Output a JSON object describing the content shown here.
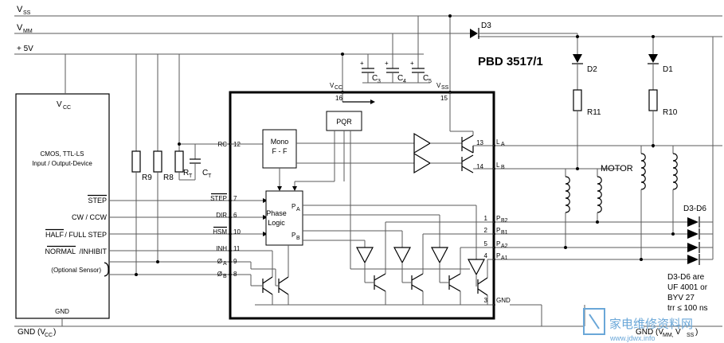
{
  "rails": {
    "vss": "V",
    "vss_sub": "SS",
    "vmm": "V",
    "vmm_sub": "MM",
    "p5v": "+ 5V",
    "gnd_vcc": "GND (V",
    "gnd_vcc_sub": "CC",
    "gnd_vcc_close": ")",
    "gnd_right": "GND (V",
    "gnd_right_sub": "MM,",
    "gnd_right_mid": " V",
    "gnd_right_sub2": "SS",
    "gnd_right_close": ")"
  },
  "title": "PBD 3517/1",
  "controller": {
    "vcc": "V",
    "vcc_sub": "CC",
    "line1": "CMOS, TTL-LS",
    "line2": "Input / Output-Device",
    "step": "STEP",
    "cw": "CW / CCW",
    "half_a": "HALF",
    "half_b": " / FULL STEP",
    "normal_a": "NORMAL",
    "normal_b": " /INHIBIT",
    "sensor": "(Optional Sensor)",
    "gnd": "GND"
  },
  "components": {
    "r9": "R9",
    "r8": "R8",
    "rt": "R",
    "rt_sub": "T",
    "ct": "C",
    "ct_sub": "T",
    "c3": "C",
    "c3_sub": "3",
    "c4": "C",
    "c4_sub": "4",
    "c5": "C",
    "c5_sub": "5",
    "plus": "+",
    "d3": "D3",
    "d2": "D2",
    "d1": "D1",
    "r11": "R11",
    "r10": "R10",
    "motor": "MOTOR",
    "d3d6": "D3-D6",
    "note": [
      "D3-D6 are",
      "UF 4001 or",
      "BYV 27",
      "trr ≤ 100 ns"
    ]
  },
  "chip": {
    "mono_1": "Mono",
    "mono_2": "F - F",
    "pqr": "PQR",
    "phase_1": "Phase",
    "phase_2": "Logic",
    "pa": "P",
    "pa_sub": "A",
    "pb": "P",
    "pb_sub": "B",
    "vcc_pin": "V",
    "vcc_pin_sub": "CC",
    "vss_pin": "V",
    "vss_pin_sub": "SS",
    "pin16": "16",
    "pin15": "15",
    "left_pins": [
      {
        "label": "RC",
        "num": "12"
      },
      {
        "label": "STEP",
        "num": "7"
      },
      {
        "label": "DIR",
        "num": "6"
      },
      {
        "label": "HSM",
        "num": "10"
      },
      {
        "label": "INH",
        "num": "11"
      },
      {
        "label": "Ø",
        "sub": "A",
        "num": "9"
      },
      {
        "label": "Ø",
        "sub": "B",
        "num": "8"
      }
    ],
    "right_pins": [
      {
        "label": "L",
        "sub": "A",
        "num": "13"
      },
      {
        "label": "L",
        "sub": "B",
        "num": "14"
      },
      {
        "label": "P",
        "sub": "B2",
        "num": "1"
      },
      {
        "label": "P",
        "sub": "B1",
        "num": "2"
      },
      {
        "label": "P",
        "sub": "A2",
        "num": "5"
      },
      {
        "label": "P",
        "sub": "A1",
        "num": "4"
      },
      {
        "label": "GND",
        "num": "3"
      }
    ]
  },
  "watermark": {
    "cn": "家电维修资料网",
    "url": "www.jdwx.info"
  }
}
